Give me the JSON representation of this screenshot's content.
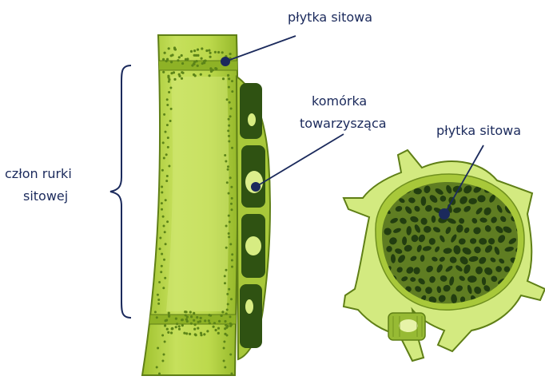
{
  "labels": {
    "top_sieve_plate": "płytka sitowa",
    "companion_cell_line1": "komórka",
    "companion_cell_line2": "towarzysząca",
    "right_sieve_plate": "płytka sitowa",
    "sieve_tube_member_line1": "człon rurki",
    "sieve_tube_member_line2": "sitowej"
  },
  "colors": {
    "label_text": "#1b2a5c",
    "leader_line": "#1b2a5c",
    "tube_light": "#c6e05c",
    "tube_dark": "#8fb52a",
    "tube_outline": "#5f7f16",
    "companion_dark": "#2f5212",
    "cross_section_outer": "#d3ea80",
    "sieve_area": "#5f7d22",
    "sieve_pores": "#223d10"
  }
}
